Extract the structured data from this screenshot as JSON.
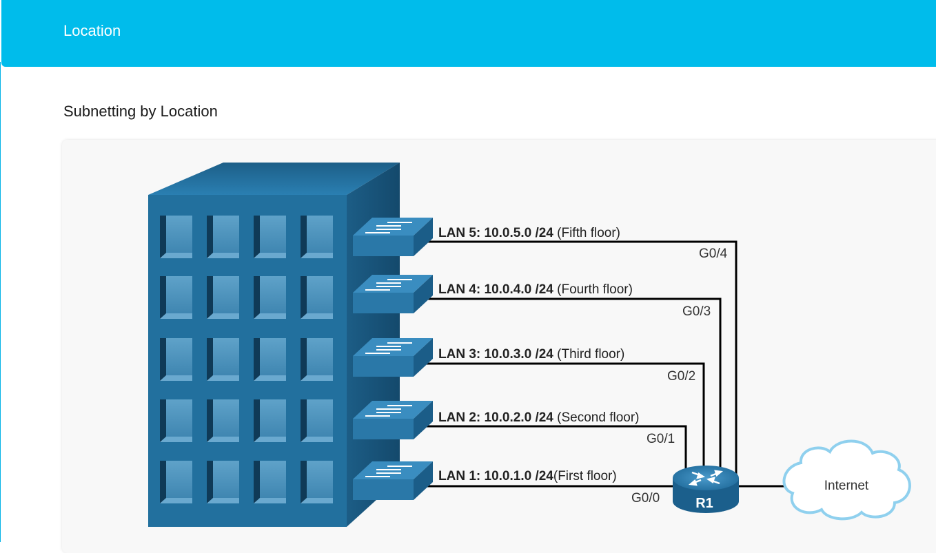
{
  "header": {
    "title": "Location"
  },
  "section": {
    "subtitle": "Subnetting by Location"
  },
  "diagram": {
    "lans": [
      {
        "id": "lan5",
        "bold": "LAN 5: 10.0.5.0 /24",
        "rest": " (Fifth floor)",
        "port": "G0/4"
      },
      {
        "id": "lan4",
        "bold": "LAN 4: 10.0.4.0 /24",
        "rest": " (Fourth floor)",
        "port": "G0/3"
      },
      {
        "id": "lan3",
        "bold": "LAN 3: 10.0.3.0 /24",
        "rest": " (Third floor)",
        "port": "G0/2"
      },
      {
        "id": "lan2",
        "bold": "LAN 2: 10.0.2.0 /24",
        "rest": " (Second floor)",
        "port": "G0/1"
      },
      {
        "id": "lan1",
        "bold": "LAN 1: 10.0.1.0 /24",
        "rest": "(First floor)",
        "port": "G0/0"
      }
    ],
    "router_label": "R1",
    "cloud_label": "Internet",
    "colors": {
      "building": "#22709e",
      "building_side": "#1a5780",
      "window": "#4e93bc",
      "switch": "#2a78a8",
      "link": "#000000",
      "cloud_stroke": "#8fd0ee"
    }
  }
}
